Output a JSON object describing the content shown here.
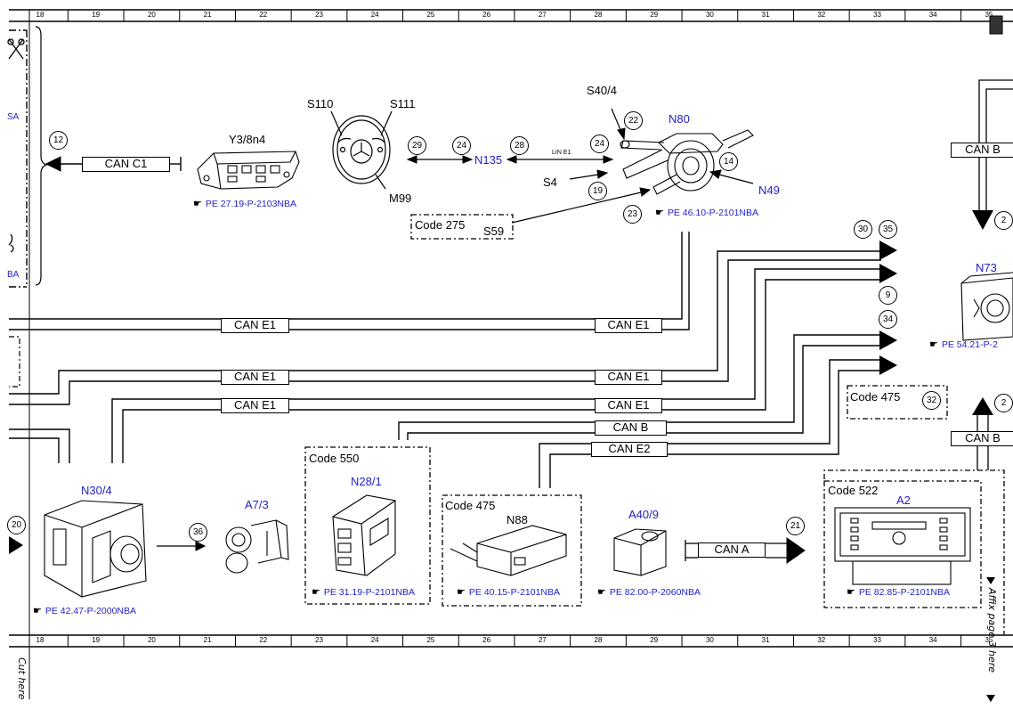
{
  "ruler": {
    "columns": [
      "18",
      "19",
      "20",
      "21",
      "22",
      "23",
      "24",
      "25",
      "26",
      "27",
      "28",
      "29",
      "30",
      "31",
      "32",
      "33",
      "34",
      "35"
    ]
  },
  "components": {
    "y3_8n4": {
      "label": "Y3/8n4",
      "ref": "PE 27.19-P-2103NBA"
    },
    "steering_wheel": {
      "s110": "S110",
      "s111": "S111",
      "m99": "M99"
    },
    "n135": {
      "label": "N135"
    },
    "lin_label": "LIN E1",
    "n80": {
      "label": "N80",
      "s40_4": "S40/4",
      "s4": "S4",
      "n49": "N49",
      "ref": "PE 46.10-P-2101NBA"
    },
    "code275": {
      "code": "Code 275",
      "s59": "S59"
    },
    "n73": {
      "label": "N73",
      "ref": "PE 54.21-P-2"
    },
    "n30_4": {
      "label": "N30/4",
      "ref": "PE 42.47-P-2000NBA"
    },
    "a7_3": {
      "label": "A7/3"
    },
    "n28_1": {
      "code": "Code 550",
      "label": "N28/1",
      "ref": "PE 31.19-P-2101NBA"
    },
    "n88": {
      "code": "Code 475",
      "label": "N88",
      "ref": "PE 40.15-P-2101NBA"
    },
    "a40_9": {
      "label": "A40/9",
      "ref": "PE 82.00-P-2060NBA"
    },
    "a2": {
      "code": "Code 522",
      "label": "A2",
      "ref": "PE 82.85-P-2101NBA"
    },
    "code475_right": {
      "code": "Code 475"
    },
    "left_partial": {
      "top": "SA",
      "bottom": "BA"
    }
  },
  "buses": {
    "can_c1": "CAN C1",
    "can_e1": "CAN E1",
    "can_b": "CAN B",
    "can_e2": "CAN E2",
    "can_a": "CAN A"
  },
  "bubbles": {
    "b12": "12",
    "b29": "29",
    "b24a": "24",
    "b28": "28",
    "b24b": "24",
    "b22": "22",
    "b19": "19",
    "b14": "14",
    "b23": "23",
    "b30": "30",
    "b35": "35",
    "b9": "9",
    "b34": "34",
    "b32": "32",
    "b20": "20",
    "b36": "36",
    "b21": "21",
    "b2a": "2",
    "b2b": "2"
  },
  "margin_text": {
    "cut_here": "Cut here",
    "affix": "Affix page 3 here"
  }
}
